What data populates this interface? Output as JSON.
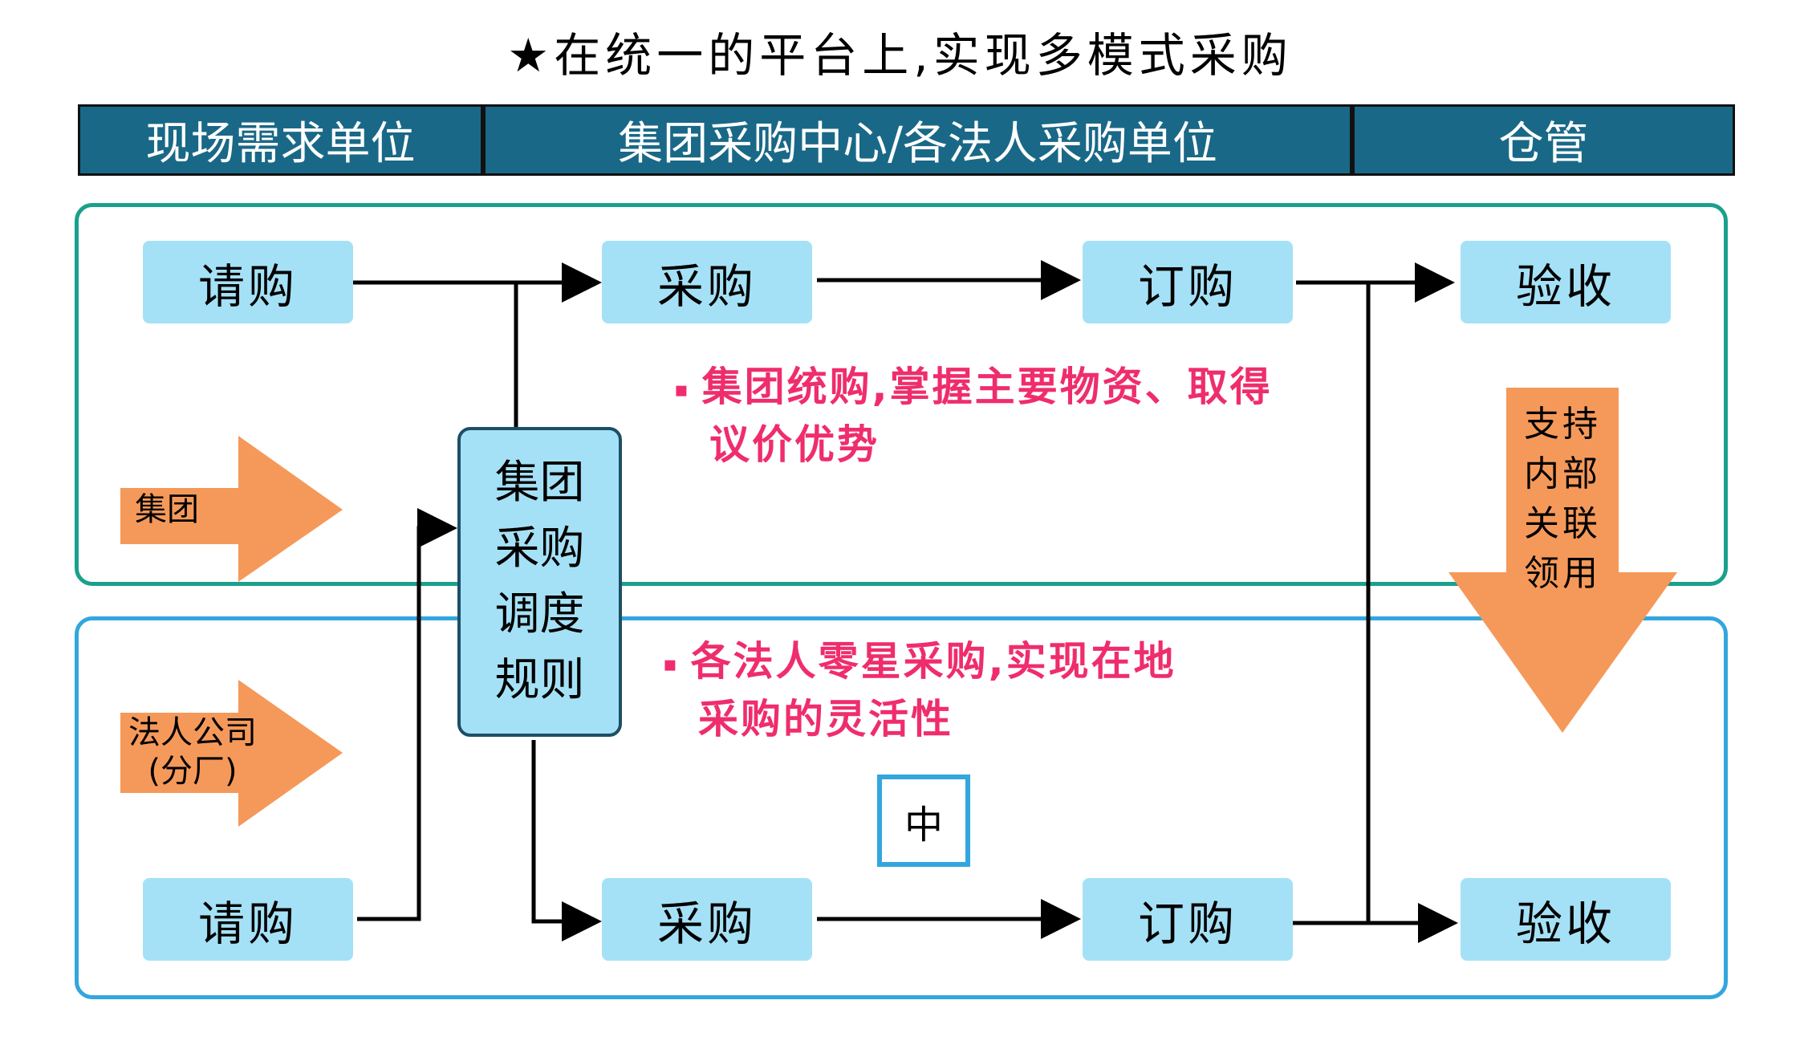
{
  "title": "★在统一的平台上,实现多模式采购",
  "headers": [
    "现场需求单位",
    "集团采购中心/各法人采购单位",
    "仓管"
  ],
  "group_row": {
    "request": "请购",
    "purchase": "采购",
    "order": "订购",
    "receive": "验收",
    "arrow_label": "集团",
    "note_line1": "集团统购,掌握主要物资、取得",
    "note_line2": "议价优势",
    "bullet": "▪"
  },
  "legal_row": {
    "request": "请购",
    "purchase": "采购",
    "order": "订购",
    "receive": "验收",
    "arrow_label_1": "法人公司",
    "arrow_label_2": "(分厂)",
    "note_line1": "各法人零星采购,实现在地",
    "note_line2": "采购的灵活性",
    "bullet": "▪"
  },
  "rule_box": "集团\n采购\n调度\n规则",
  "middle_box": "中",
  "down_arrow_label": "支持\n内部\n关联\n领用",
  "colors": {
    "header_bg": "#1a6887",
    "box_bg": "#a5e1f6",
    "group_border": "#1aa08c",
    "legal_border": "#33a6dd",
    "orange_arrow": "#f5995a",
    "note_text": "#ef2d6d"
  }
}
